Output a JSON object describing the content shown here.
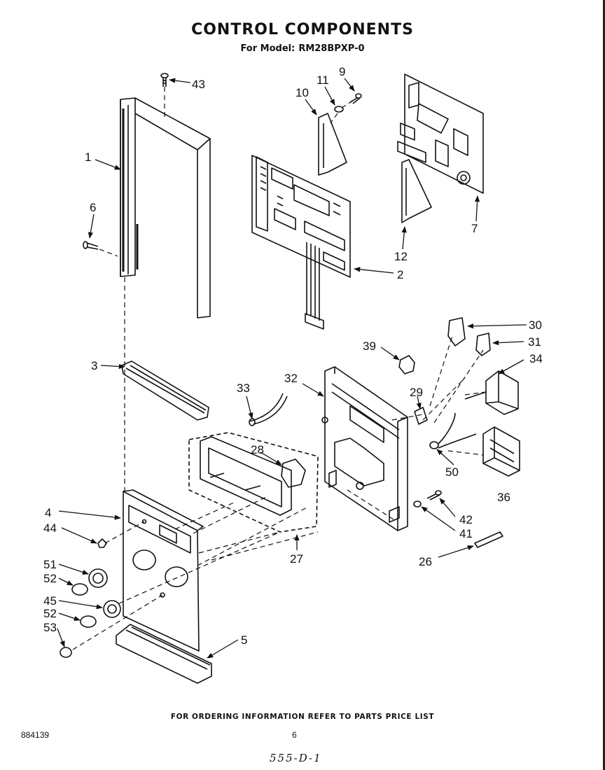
{
  "header": {
    "title": "CONTROL COMPONENTS",
    "model_label": "For Model:",
    "model_number": "RM28BPXP-0"
  },
  "callouts": {
    "c1": "1",
    "c2": "2",
    "c3": "3",
    "c4": "4",
    "c5": "5",
    "c6": "6",
    "c7": "7",
    "c9": "9",
    "c10": "10",
    "c11": "11",
    "c12": "12",
    "c26": "26",
    "c27": "27",
    "c28": "28",
    "c29": "29",
    "c30": "30",
    "c31": "31",
    "c32": "32",
    "c33": "33",
    "c34": "34",
    "c36": "36",
    "c39": "39",
    "c41": "41",
    "c42": "42",
    "c43": "43",
    "c44": "44",
    "c45": "45",
    "c50": "50",
    "c51": "51",
    "c52a": "52",
    "c52b": "52",
    "c53": "53"
  },
  "footer": {
    "ordering_note": "FOR ORDERING INFORMATION REFER TO PARTS PRICE LIST",
    "doc_number": "884139",
    "page_number": "6",
    "handwritten_note": "555-D-1"
  }
}
